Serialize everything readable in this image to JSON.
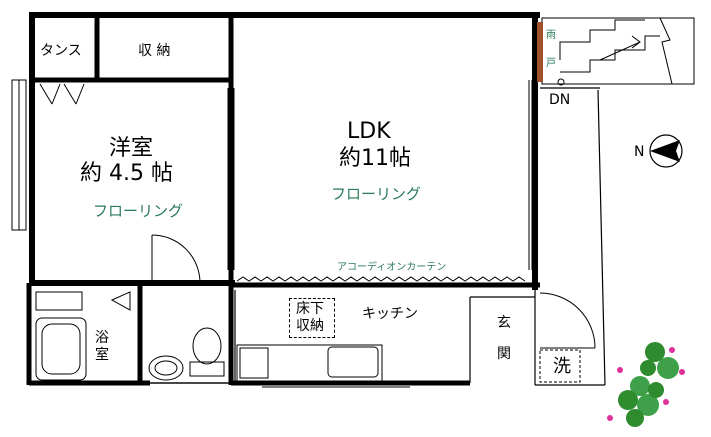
{
  "rooms": {
    "tansu": "タンス",
    "shuno_top": "収 納",
    "western_name": "洋室",
    "western_size": "約 4.5 帖",
    "western_floor": "フローリング",
    "ldk_name": "LDK",
    "ldk_size": "約11帖",
    "ldk_floor": "フローリング",
    "accordion_curtain": "アコーディオンカーテン",
    "underfloor_1": "床下",
    "underfloor_2": "収納",
    "kitchen": "キッチン",
    "entrance_1": "玄",
    "entrance_2": "関",
    "laundry": "洗",
    "bath_1": "浴",
    "bath_2": "室",
    "amado_1": "雨",
    "amado_2": "戸",
    "stairs_dn": "DN",
    "north": "N"
  },
  "colors": {
    "wall": "#000000",
    "floor_label": "#2a7a57",
    "amado": "#a0522d",
    "plant_green": "#2e8b2e",
    "plant_pink": "#e0309a"
  }
}
